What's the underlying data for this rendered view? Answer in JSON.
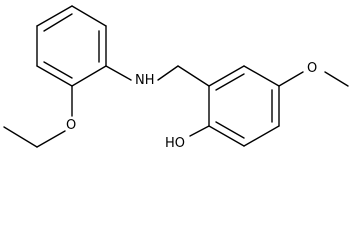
{
  "molecule": {
    "atoms": [
      {
        "id": "nh",
        "label": "NH"
      },
      {
        "id": "oh",
        "label": "HO"
      },
      {
        "id": "o_methoxy",
        "label": "O"
      },
      {
        "id": "o_ethoxy",
        "label": "O"
      }
    ]
  },
  "colors": {
    "bond": "#000000",
    "text": "#000000",
    "background": "#ffffff"
  }
}
